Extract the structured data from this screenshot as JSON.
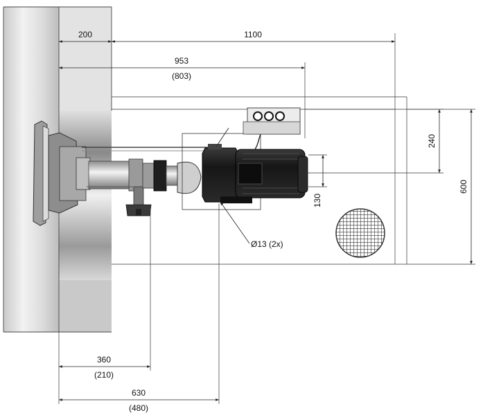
{
  "dimensions": {
    "d200": "200",
    "d1100": "1100",
    "d953": "953",
    "d953_alt": "(803)",
    "d240": "240",
    "d600": "600",
    "d130": "130",
    "hole_note": "Ø13 (2x)",
    "d360": "360",
    "d360_alt": "(210)",
    "d630": "630",
    "d630_alt": "(480)"
  },
  "colors": {
    "wall": "#d4d4d4",
    "wall_dark": "#8f8f8f",
    "pump_black": "#1c1c1c",
    "metal": "#b5b5b5",
    "lines": "#222222"
  }
}
